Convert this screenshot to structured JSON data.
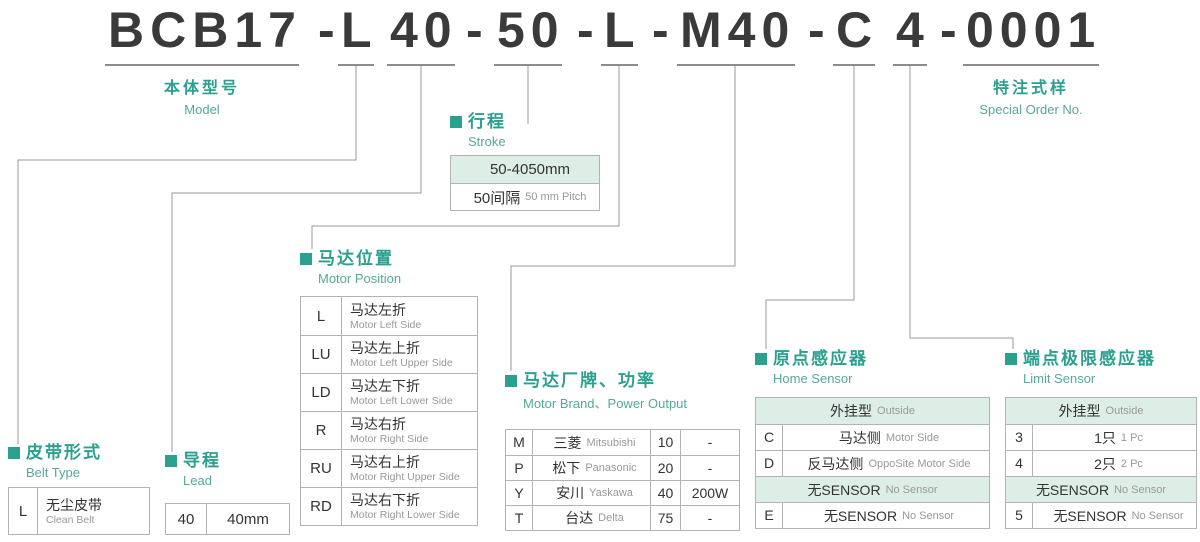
{
  "colors": {
    "accent": "#2BA08F",
    "subtitle": "#55A89A",
    "header_bg": "#DDEEE7",
    "border": "#B3B3B3",
    "text": "#333333",
    "muted": "#999999",
    "line": "#999999",
    "title": "#3A3A3A"
  },
  "model": {
    "full": "BCB17 - L 40 - 50 - L - M40 - C 4 - 0001",
    "segments": [
      "BCB17",
      "-",
      "L",
      "40",
      "-",
      "50",
      "-",
      "L",
      "-",
      "M40",
      "-",
      "C",
      "4",
      "-",
      "0001"
    ]
  },
  "labels": {
    "model": {
      "zh": "本体型号",
      "en": "Model"
    },
    "special": {
      "zh": "特注式样",
      "en": "Special Order No."
    }
  },
  "stroke": {
    "title_zh": "行程",
    "title_en": "Stroke",
    "range": "50-4050mm",
    "pitch_zh": "50间隔",
    "pitch_en": "50 mm Pitch"
  },
  "belt": {
    "title_zh": "皮带形式",
    "title_en": "Belt Type",
    "code": "L",
    "zh": "无尘皮带",
    "en": "Clean Belt"
  },
  "lead": {
    "title_zh": "导程",
    "title_en": "Lead",
    "code": "40",
    "value": "40mm"
  },
  "motor_position": {
    "title_zh": "马达位置",
    "title_en": "Motor Position",
    "rows": [
      {
        "code": "L",
        "zh": "马达左折",
        "en": "Motor Left Side"
      },
      {
        "code": "LU",
        "zh": "马达左上折",
        "en": "Motor Left Upper Side"
      },
      {
        "code": "LD",
        "zh": "马达左下折",
        "en": "Motor Left Lower Side"
      },
      {
        "code": "R",
        "zh": "马达右折",
        "en": "Motor Right Side"
      },
      {
        "code": "RU",
        "zh": "马达右上折",
        "en": "Motor Right Upper Side"
      },
      {
        "code": "RD",
        "zh": "马达右下折",
        "en": "Motor Right Lower Side"
      }
    ]
  },
  "motor_brand": {
    "title_zh": "马达厂牌、功率",
    "title_en": "Motor Brand、Power Output",
    "rows": [
      {
        "code": "M",
        "zh": "三菱",
        "en": "Mitsubishi",
        "power_code": "10",
        "power": "-"
      },
      {
        "code": "P",
        "zh": "松下",
        "en": "Panasonic",
        "power_code": "20",
        "power": "-"
      },
      {
        "code": "Y",
        "zh": "安川",
        "en": "Yaskawa",
        "power_code": "40",
        "power": "200W"
      },
      {
        "code": "T",
        "zh": "台达",
        "en": "Delta",
        "power_code": "75",
        "power": "-"
      }
    ]
  },
  "home_sensor": {
    "title_zh": "原点感应器",
    "title_en": "Home Sensor",
    "group1_zh": "外挂型",
    "group1_en": "Outside",
    "rows1": [
      {
        "code": "C",
        "zh": "马达侧",
        "en": "Motor Side"
      },
      {
        "code": "D",
        "zh": "反马达侧",
        "en": "OppoSite Motor Side"
      }
    ],
    "group2_zh": "无SENSOR",
    "group2_en": "No Sensor",
    "rows2": [
      {
        "code": "E",
        "zh": "无SENSOR",
        "en": "No Sensor"
      }
    ]
  },
  "limit_sensor": {
    "title_zh": "端点极限感应器",
    "title_en": "Limit Sensor",
    "group1_zh": "外挂型",
    "group1_en": "Outside",
    "rows1": [
      {
        "code": "3",
        "zh": "1只",
        "en": "1 Pc"
      },
      {
        "code": "4",
        "zh": "2只",
        "en": "2 Pc"
      }
    ],
    "group2_zh": "无SENSOR",
    "group2_en": "No Sensor",
    "rows2": [
      {
        "code": "5",
        "zh": "无SENSOR",
        "en": "No Sensor"
      }
    ]
  }
}
